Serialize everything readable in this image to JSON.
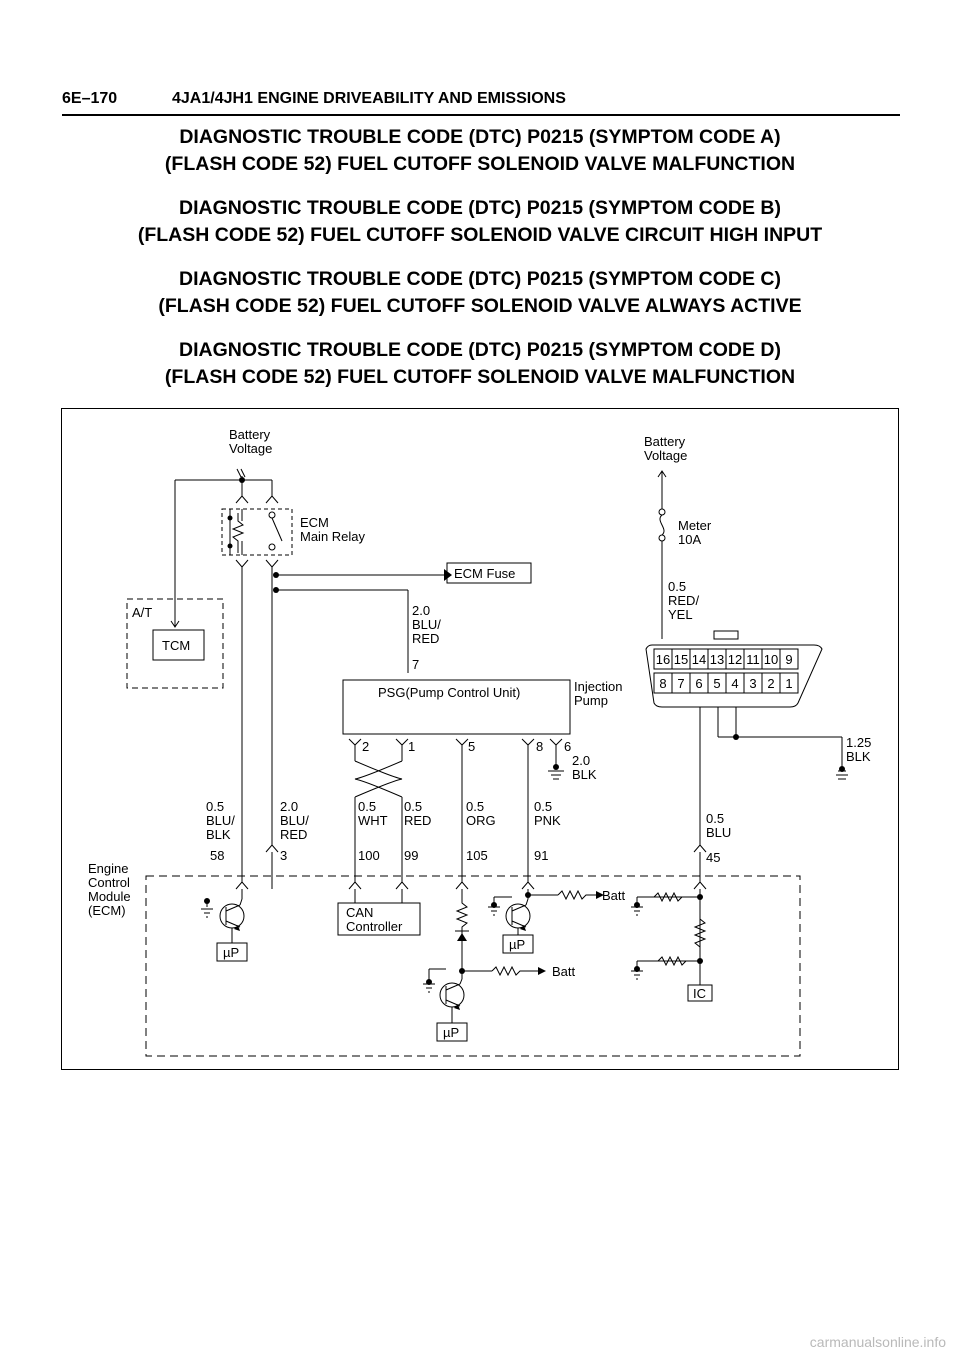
{
  "header": {
    "page_number": "6E–170",
    "title": "4JA1/4JH1 ENGINE DRIVEABILITY AND EMISSIONS"
  },
  "titles": [
    {
      "line1": "DIAGNOSTIC TROUBLE CODE (DTC) P0215 (SYMPTOM CODE A)",
      "line2": "(FLASH CODE 52) FUEL CUTOFF SOLENOID VALVE MALFUNCTION"
    },
    {
      "line1": "DIAGNOSTIC TROUBLE CODE (DTC) P0215 (SYMPTOM CODE B)",
      "line2": "(FLASH CODE 52) FUEL CUTOFF SOLENOID VALVE CIRCUIT HIGH INPUT"
    },
    {
      "line1": "DIAGNOSTIC TROUBLE CODE (DTC) P0215 (SYMPTOM CODE C)",
      "line2": "(FLASH CODE 52) FUEL CUTOFF SOLENOID VALVE ALWAYS ACTIVE"
    },
    {
      "line1": "DIAGNOSTIC TROUBLE CODE (DTC) P0215 (SYMPTOM CODE D)",
      "line2": "(FLASH CODE 52) FUEL CUTOFF SOLENOID VALVE MALFUNCTION"
    }
  ],
  "diagram": {
    "battery_left": [
      "Battery",
      "Voltage"
    ],
    "battery_right": [
      "Battery",
      "Voltage"
    ],
    "main_relay": [
      "ECM",
      "Main Relay"
    ],
    "ecm_fuse": "ECM Fuse",
    "meter_fuse": [
      "Meter",
      "10A"
    ],
    "at": "A/T",
    "tcm": "TCM",
    "wire_psg_feed": [
      "2.0",
      "BLU/",
      "RED"
    ],
    "psg_feed_pin": "7",
    "wire_meter": [
      "0.5",
      "RED/",
      "YEL"
    ],
    "dlc_top": [
      "16",
      "15",
      "14",
      "13",
      "12",
      "11",
      "10",
      "9"
    ],
    "dlc_bottom": [
      "8",
      "7",
      "6",
      "5",
      "4",
      "3",
      "2",
      "1"
    ],
    "psg": "PSG(Pump Control Unit)",
    "injection_pump": [
      "Injection",
      "Pump"
    ],
    "psg_pins": [
      "2",
      "1",
      "5",
      "8",
      "6"
    ],
    "wire_pin6": [
      "2.0",
      "BLK"
    ],
    "wire_dlc_ground": [
      "1.25",
      "BLK"
    ],
    "wires": [
      {
        "gauge": "0.5",
        "color": [
          "BLU/",
          "BLK"
        ],
        "pin": "58"
      },
      {
        "gauge": "2.0",
        "color": [
          "BLU/",
          "RED"
        ],
        "pin": "3"
      },
      {
        "gauge": "0.5",
        "color": [
          "WHT"
        ],
        "pin": "100"
      },
      {
        "gauge": "0.5",
        "color": [
          "RED"
        ],
        "pin": "99"
      },
      {
        "gauge": "0.5",
        "color": [
          "ORG"
        ],
        "pin": "105"
      },
      {
        "gauge": "0.5",
        "color": [
          "PNK"
        ],
        "pin": "91"
      },
      {
        "gauge": "0.5",
        "color": [
          "BLU"
        ],
        "pin": "45"
      }
    ],
    "ecm_label": [
      "Engine",
      "Control",
      "Module",
      "(ECM)"
    ],
    "can_controller": [
      "CAN",
      "Controller"
    ],
    "up": "µP",
    "batt": "Batt",
    "ic": "IC"
  },
  "footer": "carmanualsonline.info"
}
